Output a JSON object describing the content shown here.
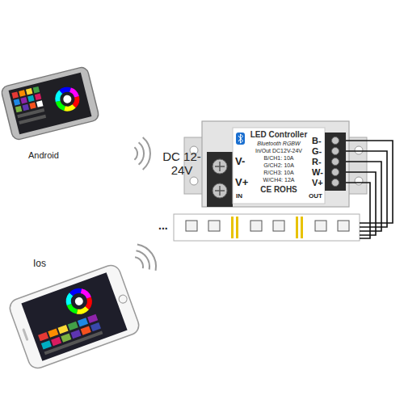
{
  "diagram": {
    "nodes": [
      {
        "text": [
          "Android"
        ]
      },
      {
        "text": [
          "Ios"
        ]
      },
      {
        "text": [
          "LED Controller",
          "Bluetooth RGBW",
          "In/Out DC12V-24V",
          "B/CH1: 10A",
          "G/CH2: 10A",
          "R/CH3: 10A",
          "W/CH4: 12A",
          "CE ROHS"
        ]
      }
    ],
    "labels": [
      "DC 12-24V",
      "V-",
      "V+",
      "IN",
      "B-",
      "G-",
      "R-",
      "W-",
      "V+",
      "OUT",
      "..."
    ]
  }
}
